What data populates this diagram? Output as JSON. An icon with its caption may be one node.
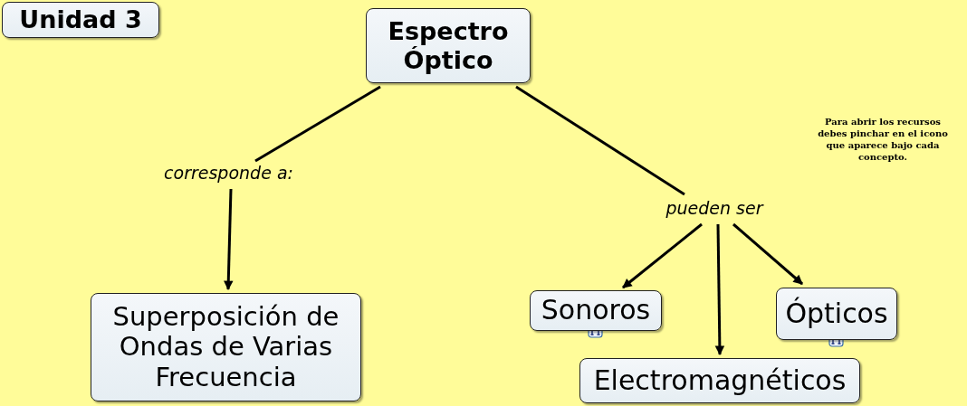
{
  "diagram": {
    "nodes": [
      {
        "text": [
          "Unidad 3"
        ]
      },
      {
        "text": [
          "Espectro Óptico"
        ]
      },
      {
        "text": [
          "corresponde a:"
        ]
      },
      {
        "text": [
          "Superposición de Ondas de Varias Frecuencia"
        ]
      },
      {
        "text": [
          "pueden ser"
        ]
      },
      {
        "text": [
          "Sonoros"
        ]
      },
      {
        "text": [
          "Electromagnéticos"
        ]
      },
      {
        "text": [
          "Ópticos"
        ]
      }
    ],
    "edges": [
      {
        "from": 1,
        "to": 2,
        "arrow": "none"
      },
      {
        "from": 2,
        "to": 3,
        "arrow": "to"
      },
      {
        "from": 1,
        "to": 4,
        "arrow": "none"
      },
      {
        "from": 4,
        "to": 5,
        "arrow": "to"
      },
      {
        "from": 4,
        "to": 6,
        "arrow": "to"
      },
      {
        "from": 4,
        "to": 7,
        "arrow": "to"
      }
    ],
    "labels": [
      "Para abrir los recursos debes pinchar en el icono que aparece bajo cada concepto."
    ]
  }
}
